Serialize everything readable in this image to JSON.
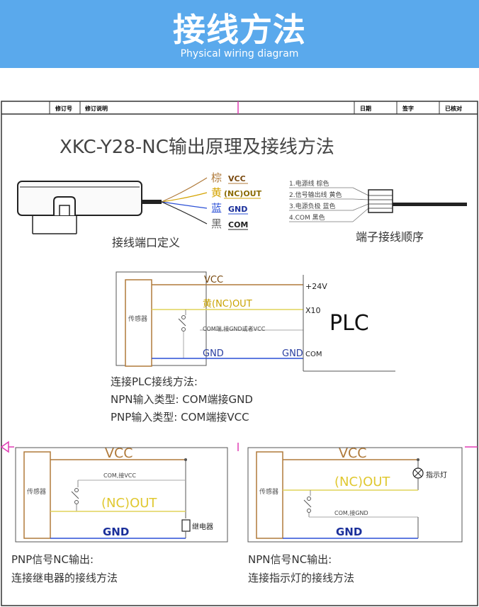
{
  "banner": {
    "title": "接线方法",
    "subtitle": "Physical wiring diagram"
  },
  "header_row": {
    "cells": [
      "修订号",
      "修订说明",
      "日期",
      "签字",
      "已核对"
    ]
  },
  "main_title": "XKC-Y28-NC输出原理及接线方法",
  "port_definition": {
    "wires": [
      {
        "color_name": "棕",
        "signal": "VCC",
        "hex": "#b07a3a"
      },
      {
        "color_name": "黄",
        "signal": "(NC)OUT",
        "hex": "#d4a300"
      },
      {
        "color_name": "蓝",
        "signal": "GND",
        "hex": "#2a4fd6"
      },
      {
        "color_name": "黑",
        "signal": "COM",
        "hex": "#222222"
      }
    ],
    "caption": "接线端口定义"
  },
  "terminal_order": {
    "lines": [
      "1.电源线   棕色",
      "2.信号输出线 黄色",
      "3.电源负极  蓝色",
      "4.COM 黑色"
    ],
    "caption": "端子接线顺序"
  },
  "plc_diagram": {
    "sensor_label": "传感器",
    "vcc": "VCC",
    "out": "黄(NC)OUT",
    "com_note": "COM端,接GND或者VCC",
    "gnd_left": "GND",
    "gnd_right": "GND",
    "plc_v": "+24V",
    "plc_x": "X10",
    "plc_com": "COM",
    "plc": "PLC",
    "captions": [
      "连接PLC接线方法:",
      "NPN输入类型: COM端接GND",
      "PNP输入类型: COM端接VCC"
    ]
  },
  "pnp_diagram": {
    "sensor_label": "传感器",
    "vcc": "VCC",
    "com_note": "COM,接VCC",
    "out": "(NC)OUT",
    "gnd": "GND",
    "relay": "继电器",
    "captions": [
      "PNP信号NC输出:",
      "连接继电器的接线方法"
    ]
  },
  "npn_diagram": {
    "sensor_label": "传感器",
    "vcc": "VCC",
    "out": "(NC)OUT",
    "lamp": "指示灯",
    "com_note": "COM,接GND",
    "gnd": "GND",
    "captions": [
      "NPN信号NC输出:",
      "连接指示灯的接线方法"
    ]
  },
  "colors": {
    "banner": "#5aa9ec",
    "vcc_line": "#b07a3a",
    "out_line": "#e0d35a",
    "gnd_line": "#2a4fd6",
    "marker": "#e03cb4"
  }
}
